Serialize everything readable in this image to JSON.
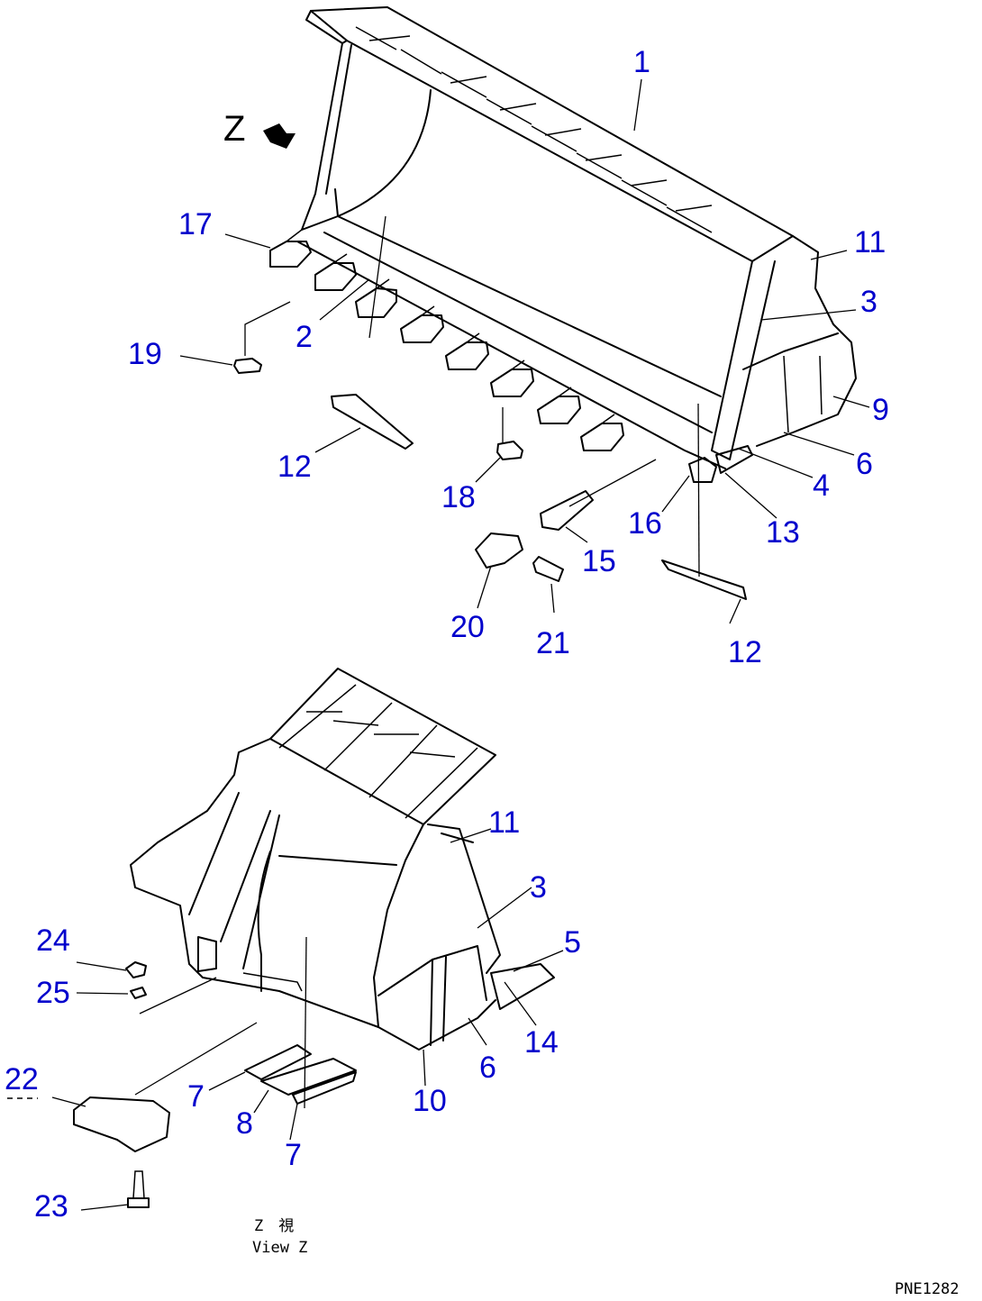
{
  "callouts": {
    "c1": "1",
    "c11a": "11",
    "c3a": "3",
    "c9": "9",
    "c6a": "6",
    "c4": "4",
    "c13": "13",
    "c12a": "12",
    "c12b": "12",
    "c16": "16",
    "c15": "15",
    "c18": "18",
    "c20": "20",
    "c21": "21",
    "c17": "17",
    "c2": "2",
    "c19": "19",
    "c11b": "11",
    "c3b": "3",
    "c5": "5",
    "c14": "14",
    "c6b": "6",
    "c10": "10",
    "c24": "24",
    "c25": "25",
    "c22": "22",
    "c23": "23",
    "c7a": "7",
    "c8": "8",
    "c7b": "7"
  },
  "view": {
    "direction_letter": "Z",
    "caption_line1": "Z　視",
    "caption_line2": "View Z"
  },
  "footer": {
    "code": "PNE1282"
  },
  "colors": {
    "callout": "#0000cc",
    "line": "#000000",
    "background": "#ffffff"
  }
}
